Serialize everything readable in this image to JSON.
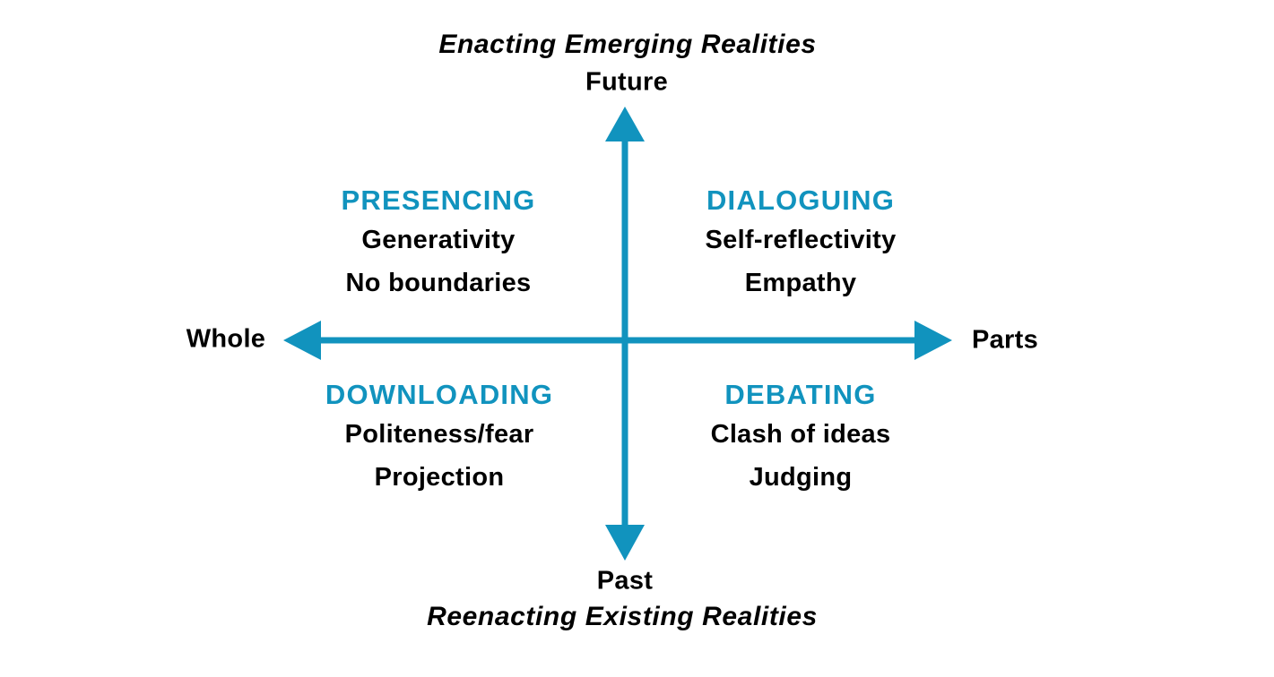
{
  "diagram": {
    "accent_color": "#1193BE",
    "text_color": "#000000",
    "background_color": "#FFFFFF",
    "top": {
      "caption": "Enacting Emerging Realities",
      "axis_end_label": "Future"
    },
    "bottom": {
      "axis_end_label": "Past",
      "caption": "Reenacting Existing Realities"
    },
    "left": {
      "axis_end_label": "Whole"
    },
    "right": {
      "axis_end_label": "Parts"
    },
    "quadrants": [
      {
        "position": "top-left",
        "title": "PRESENCING",
        "items": [
          "Generativity",
          "No boundaries"
        ]
      },
      {
        "position": "top-right",
        "title": "DIALOGUING",
        "items": [
          "Self-reflectivity",
          "Empathy"
        ]
      },
      {
        "position": "bottom-left",
        "title": "DOWNLOADING",
        "items": [
          "Politeness/fear",
          "Projection"
        ]
      },
      {
        "position": "bottom-right",
        "title": "DEBATING",
        "items": [
          "Clash of ideas",
          "Judging"
        ]
      }
    ]
  }
}
